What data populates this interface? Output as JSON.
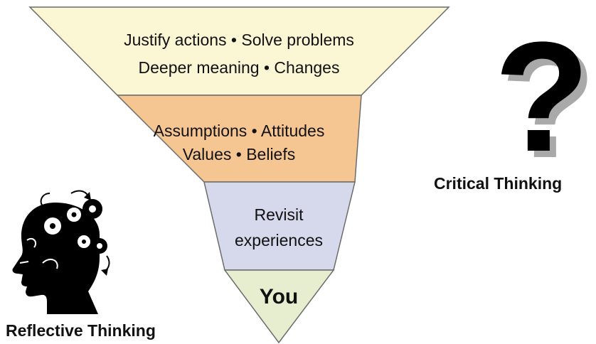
{
  "colors": {
    "layer_1": "#fbf6d3",
    "layer_2": "#f6c692",
    "layer_3": "#d6d8ec",
    "layer_4": "#e7eed0",
    "outline": "#6b6b6b"
  },
  "pyramid": {
    "layer_1": {
      "line_1": "Justify actions • Solve problems",
      "line_2": "Deeper meaning • Changes"
    },
    "layer_2": {
      "line_1": "Assumptions • Attitudes",
      "line_2": "Values • Beliefs"
    },
    "layer_3": {
      "line_1": "Revisit",
      "line_2": "experiences"
    },
    "layer_4": {
      "label": "You"
    }
  },
  "icons": {
    "question_mark": "question-mark-icon",
    "head_gears": "head-with-gears-icon"
  },
  "captions": {
    "critical": "Critical Thinking",
    "reflective": "Reflective Thinking"
  }
}
